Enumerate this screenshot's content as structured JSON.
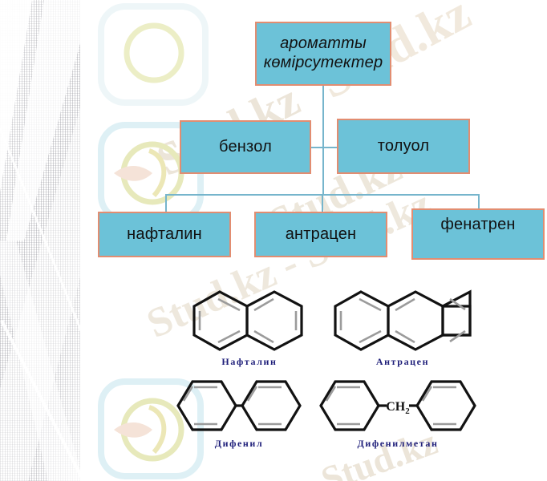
{
  "slide": {
    "background_color": "#ffffff",
    "node_fill": "#6cc2d8",
    "node_border": "#e28d71",
    "connector_color": "#76b5cc",
    "label_color": "#1f1f7a",
    "watermark_color": "#e8dfd0"
  },
  "watermarks": [
    {
      "text": "Stud.kz"
    },
    {
      "text": "Stud.kz"
    },
    {
      "text": "Stud.kz"
    },
    {
      "text": "Stud.kz - Stud.kz"
    },
    {
      "text": "Stud.kz"
    }
  ],
  "flowchart": {
    "root": {
      "line1": "ароматты",
      "line2": "көмірсутектер"
    },
    "level2": [
      {
        "label": "бензол"
      },
      {
        "label": "толуол"
      }
    ],
    "level3": [
      {
        "label": "нафталин"
      },
      {
        "label": "антрацен"
      },
      {
        "label": "фенатрен"
      }
    ]
  },
  "structures": [
    {
      "name": "Нафталин",
      "formula_note": ""
    },
    {
      "name": "Антрацен",
      "formula_note": ""
    },
    {
      "name": "Дифенил",
      "formula_note": ""
    },
    {
      "name": "Дифенилметан",
      "formula_note": "CH",
      "formula_sub": "2"
    }
  ]
}
